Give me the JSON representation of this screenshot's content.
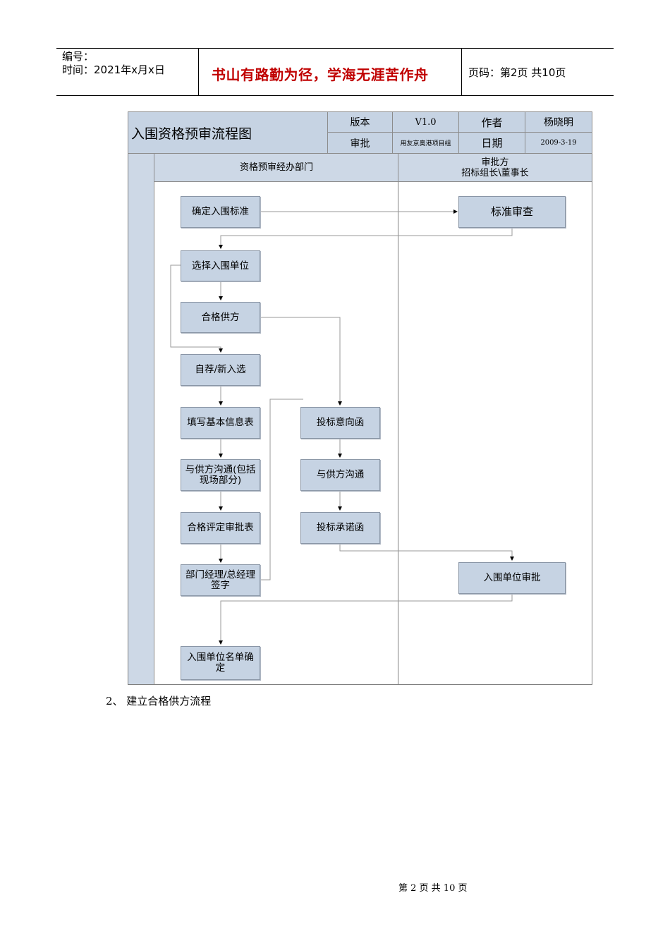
{
  "header": {
    "serial_label": "编号：",
    "time_label": "时间：2021年x月x日",
    "motto": "书山有路勤为径，学海无涯苦作舟",
    "page_label": "页码：第2页  共10页"
  },
  "flowchart": {
    "title": "入围资格预审流程图",
    "meta": {
      "version_label": "版本",
      "version_value": "V1.0",
      "author_label": "作者",
      "author_value": "杨晓明",
      "review_label": "审批",
      "review_value": "用友京奥港项目组",
      "date_label": "日期",
      "date_value": "2009-3-19"
    },
    "lanes": {
      "left": "资格预审经办部门",
      "right_line1": "审批方",
      "right_line2": "招标组长\\董事长"
    },
    "nodes": {
      "n1": "确定入围标准",
      "n2": "标准审查",
      "n3": "选择入围单位",
      "n4": "合格供方",
      "n5": "自荐/新入选",
      "n6": "填写基本信息表",
      "n7": "与供方沟通(包括现场部分)",
      "n8": "合格评定审批表",
      "n9": "部门经理/总经理签字",
      "n10": "投标意向函",
      "n11": "与供方沟通",
      "n12": "投标承诺函",
      "n13": "入围单位审批",
      "n14": "入围单位名单确定"
    }
  },
  "section_heading": "2、  建立合格供方流程",
  "footer": {
    "page_text": "第 2 页 共 10 页"
  },
  "colors": {
    "box_fill": "#c6d3e3",
    "motto_red": "#c00000"
  }
}
